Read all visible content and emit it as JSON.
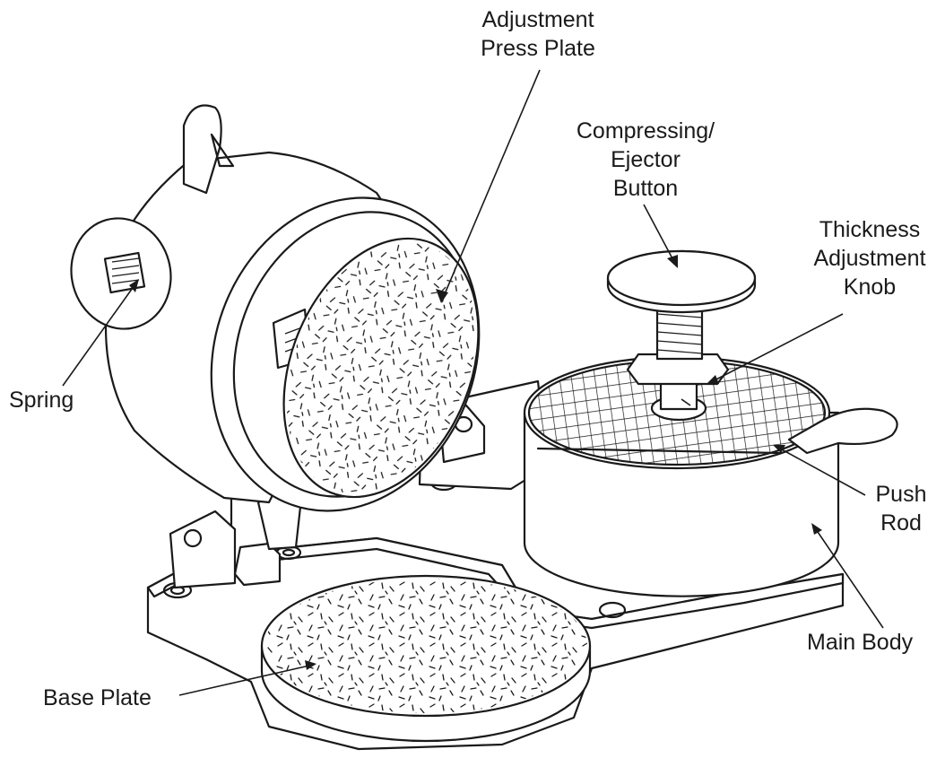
{
  "diagram": {
    "labels": {
      "adjustment_press_plate": [
        "Adjustment",
        "Press Plate"
      ],
      "compressing_ejector_button": [
        "Compressing/",
        "Ejector",
        "Button"
      ],
      "thickness_adjustment_knob": [
        "Thickness",
        "Adjustment",
        "Knob"
      ],
      "spring": [
        "Spring"
      ],
      "push_rod": [
        "Push",
        "Rod"
      ],
      "main_body": [
        "Main Body"
      ],
      "base_plate": [
        "Base Plate"
      ]
    }
  }
}
